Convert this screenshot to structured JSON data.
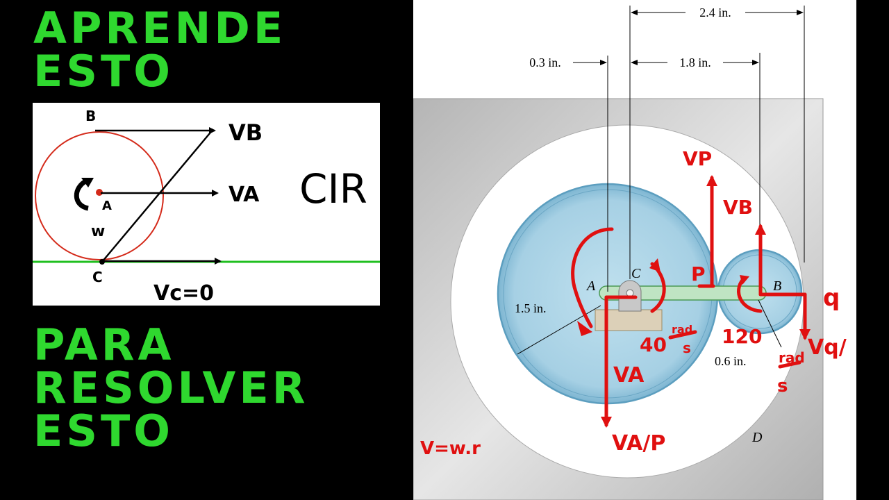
{
  "headline_top": [
    "APRENDE",
    "ESTO"
  ],
  "headline_bottom": [
    "PARA",
    "RESOLVER",
    "ESTO"
  ],
  "cir_sketch": {
    "point_b": "B",
    "point_a": "A",
    "point_c": "C",
    "omega": "w",
    "vb": "VB",
    "va": "VA",
    "vc": "Vc=0",
    "cir": "CIR"
  },
  "problem_figure": {
    "dim_top": "2.4 in.",
    "dim_left": "0.3 in.",
    "dim_mid": "1.8 in.",
    "radius_a": "1.5 in.",
    "radius_b": "0.6 in.",
    "point_a": "A",
    "point_c": "C",
    "point_b": "B",
    "point_d": "D"
  },
  "annotations": {
    "vp": "VP",
    "vb": "VB",
    "p": "P",
    "q": "q",
    "va": "VA",
    "va_p": "VA/P",
    "vq": "Vq/",
    "omega_arm_value": "40",
    "omega_arm_unit_top": "rad",
    "omega_arm_unit_bottom": "s",
    "omega_gear_value": "120",
    "omega_gear_unit_top": "rad",
    "omega_gear_unit_bottom": "s",
    "formula": "V=w.r"
  },
  "colors": {
    "headline": "#2fd82f",
    "ink_red": "#e01010",
    "ground_green": "#1fbf1f",
    "gear_blue": "#8ec3dc",
    "frame_gray": "#c2c2c2"
  }
}
